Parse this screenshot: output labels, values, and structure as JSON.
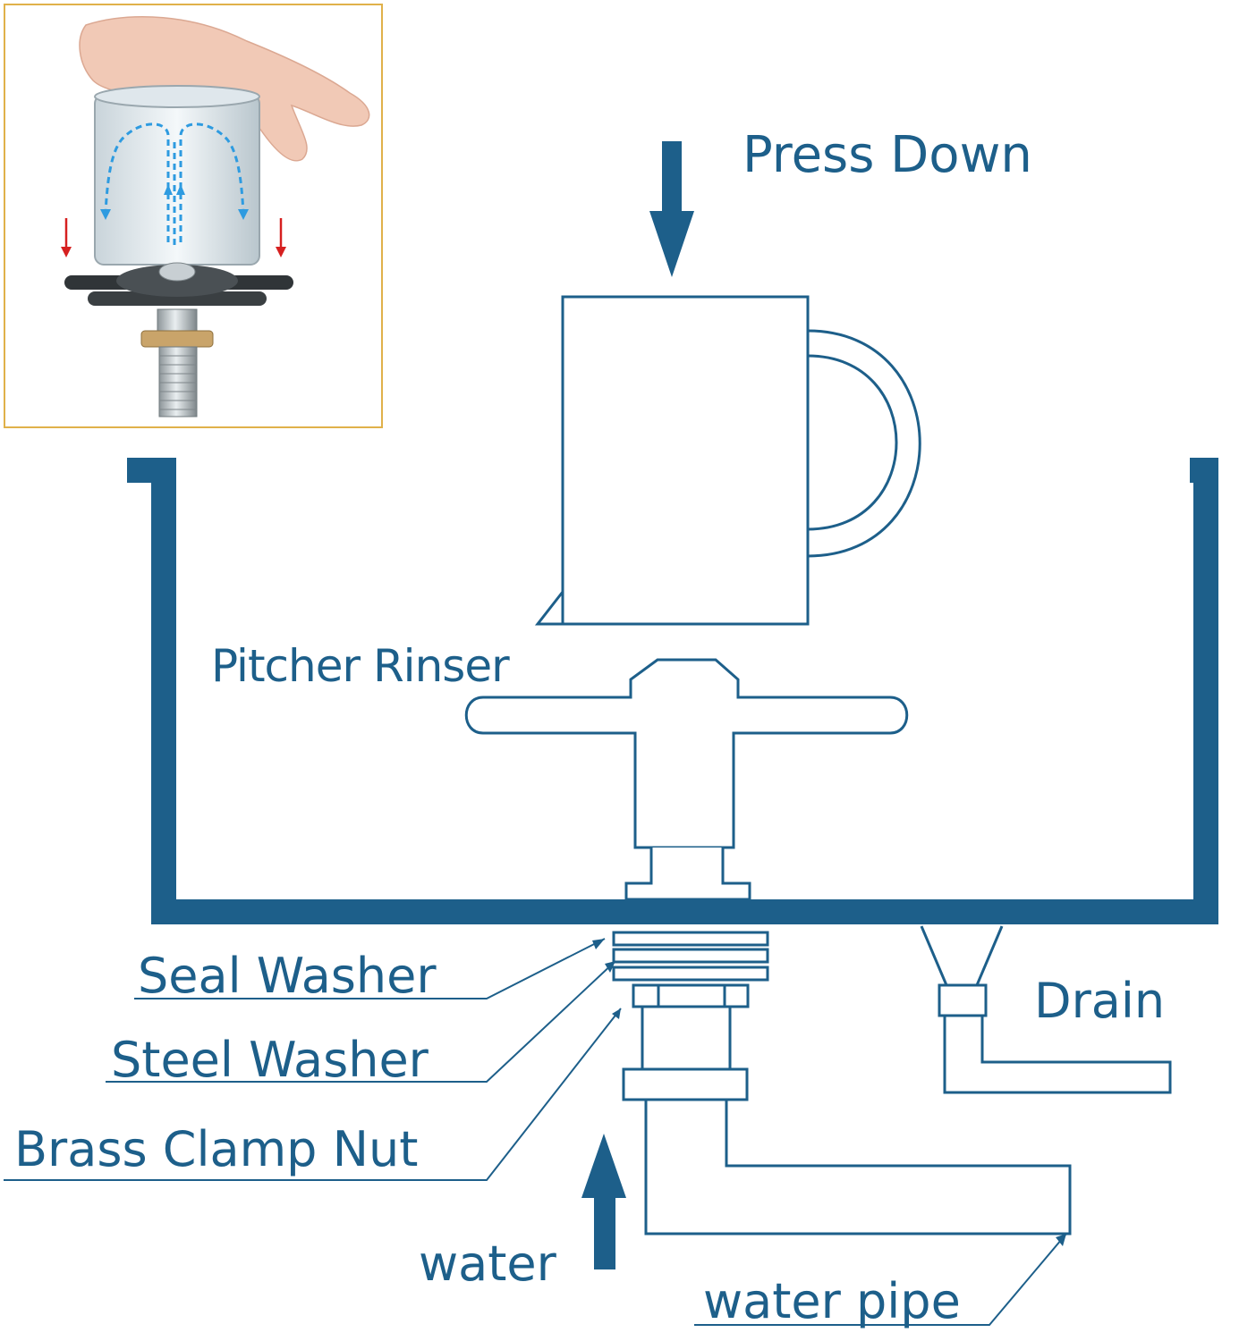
{
  "colors": {
    "line": "#1d5f8a",
    "frame": "#e0b14a",
    "flow": "#2e9be0",
    "arrow_red": "#d62020"
  },
  "labels": {
    "press_down": "Press Down",
    "pitcher_rinser": "Pitcher Rinser",
    "seal_washer": "Seal Washer",
    "steel_washer": "Steel Washer",
    "brass_clamp_nut": "Brass Clamp Nut",
    "drain": "Drain",
    "water": "water",
    "water_pipe": "water pipe"
  },
  "inset": {
    "icon": "glass-rinser-photo-icon"
  }
}
